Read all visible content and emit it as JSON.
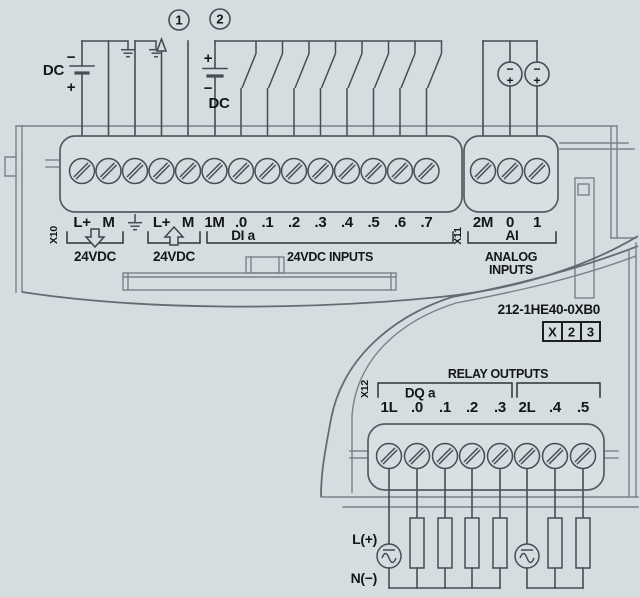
{
  "colors": {
    "background": "#d5dde1",
    "wire": "#474d53",
    "case": "#7b8187",
    "text": "#14171a"
  },
  "callouts": {
    "c1": "1",
    "c2": "2"
  },
  "x10": {
    "id": "X10",
    "power_in": {
      "lplus": "L+",
      "m": "M",
      "caption": "24VDC",
      "source_label": "DC",
      "source_minus": "−",
      "source_plus": "+"
    },
    "sensor_out": {
      "lplus": "L+",
      "m": "M",
      "caption": "24VDC"
    }
  },
  "digital_inputs": {
    "common": "1M",
    "group": "DI a",
    "caption": "24VDC INPUTS",
    "channels": [
      ".0",
      ".1",
      ".2",
      ".3",
      ".4",
      ".5",
      ".6",
      ".7"
    ],
    "source_label": "DC",
    "source_plus": "+",
    "source_minus": "−"
  },
  "analog_inputs": {
    "id": "X11",
    "common": "2M",
    "group": "AI",
    "caption_line1": "ANALOG",
    "caption_line2": "INPUTS",
    "channels": [
      "0",
      "1"
    ],
    "source_minus": "−",
    "source_plus": "+"
  },
  "module": {
    "part_number": "212-1HE40-0XB0",
    "rev_cells": [
      "X",
      "2",
      "3"
    ]
  },
  "relay_outputs": {
    "id": "X12",
    "heading": "RELAY OUTPUTS",
    "group": "DQ a",
    "terminals": [
      "1L",
      ".0",
      ".1",
      ".2",
      ".3",
      "2L",
      ".4",
      ".5"
    ],
    "line_label": "L(+)",
    "neutral_label": "N(−)"
  }
}
